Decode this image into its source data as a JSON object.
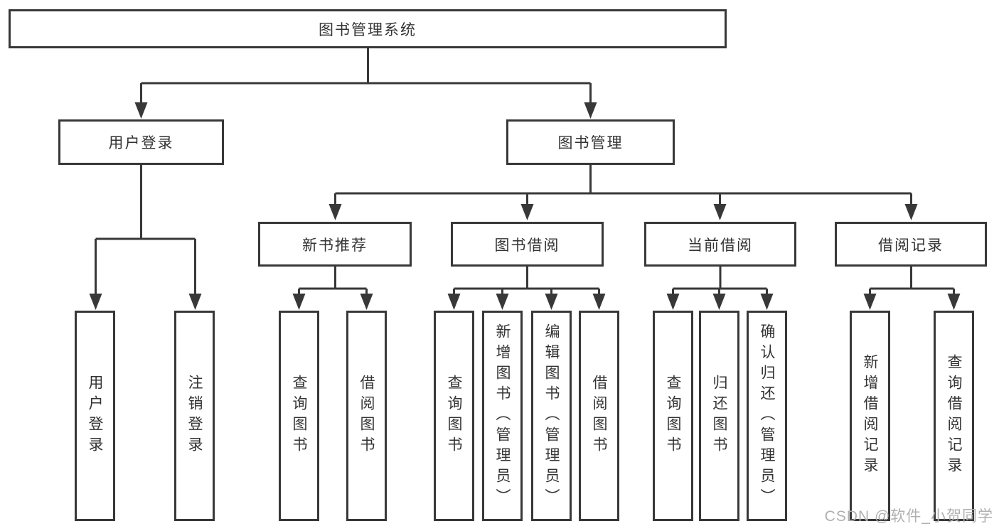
{
  "diagram": {
    "tree": {
      "label": "图书管理系统",
      "children": [
        {
          "label": "用户登录",
          "children": [
            {
              "label": "用户登录"
            },
            {
              "label": "注销登录"
            }
          ]
        },
        {
          "label": "图书管理",
          "children": [
            {
              "label": "新书推荐",
              "children": [
                {
                  "label": "查询图书"
                },
                {
                  "label": "借阅图书"
                }
              ]
            },
            {
              "label": "图书借阅",
              "children": [
                {
                  "label": "查询图书"
                },
                {
                  "label": "新增图书（管理员）"
                },
                {
                  "label": "编辑图书（管理员）"
                },
                {
                  "label": "借阅图书"
                }
              ]
            },
            {
              "label": "当前借阅",
              "children": [
                {
                  "label": "查询图书"
                },
                {
                  "label": "归还图书"
                },
                {
                  "label": "确认归还（管理员）"
                }
              ]
            },
            {
              "label": "借阅记录",
              "children": [
                {
                  "label": "新增借阅记录"
                },
                {
                  "label": "查询借阅记录"
                }
              ]
            }
          ]
        }
      ]
    }
  },
  "watermark": {
    "text": "CSDN @软件_小贺同学"
  },
  "colors": {
    "line": "#383838",
    "box_border": "#383838",
    "text": "#333333",
    "background": "#ffffff",
    "watermark": "#b0b0b0"
  }
}
